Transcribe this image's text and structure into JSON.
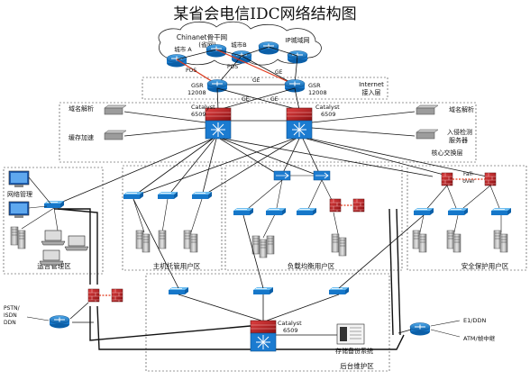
{
  "title": "某省会电信IDC网络结构图",
  "cloud": {
    "chinanet_line1": "Chinanet骨干网",
    "chinanet_line2": "(省网)",
    "city_a": "城市 A",
    "city_b": "城市B",
    "ip_metro": "IP城域网"
  },
  "link_labels": {
    "pos1": "POS",
    "pos2": "POS",
    "ge1": "GE",
    "ge2": "GE",
    "ge3": "GE",
    "ge4": "GE"
  },
  "gsr_left": [
    "GSR",
    "12008"
  ],
  "gsr_right": [
    "GSR",
    "12008"
  ],
  "internet_layer": [
    "Internet",
    "接入层"
  ],
  "catalyst_left": [
    "Catalyst",
    "6509"
  ],
  "catalyst_right": [
    "Catalyst",
    "6509"
  ],
  "left_services": {
    "dns": "域名解析",
    "cache": "缓存加速"
  },
  "right_services": {
    "dns": "域名解析",
    "ids": [
      "入侵检测",
      "服务器"
    ]
  },
  "core_layer": "核心交换层",
  "firewall_label": [
    "Fall-",
    "over"
  ],
  "zones": {
    "ops": "运营管理区",
    "hosting": "主机托管用户区",
    "lb": "负载均衡用户区",
    "security": "安全保护用户区",
    "backend": "后台维护区"
  },
  "ops_items": {
    "net_mgmt": "网络管理"
  },
  "left_access": [
    "PSTN/",
    "ISDN",
    "DDN"
  ],
  "right_access": {
    "e1": "E1/DDN",
    "atm": "ATM/帧中继"
  },
  "catalyst_bottom": [
    "Catalyst",
    "6509"
  ],
  "storage": "存储备份系统",
  "colors": {
    "router": "#1677c9",
    "firewall": "#c4161c",
    "blue_link": "#3a6fd8",
    "red_link": "#e23b1e"
  }
}
